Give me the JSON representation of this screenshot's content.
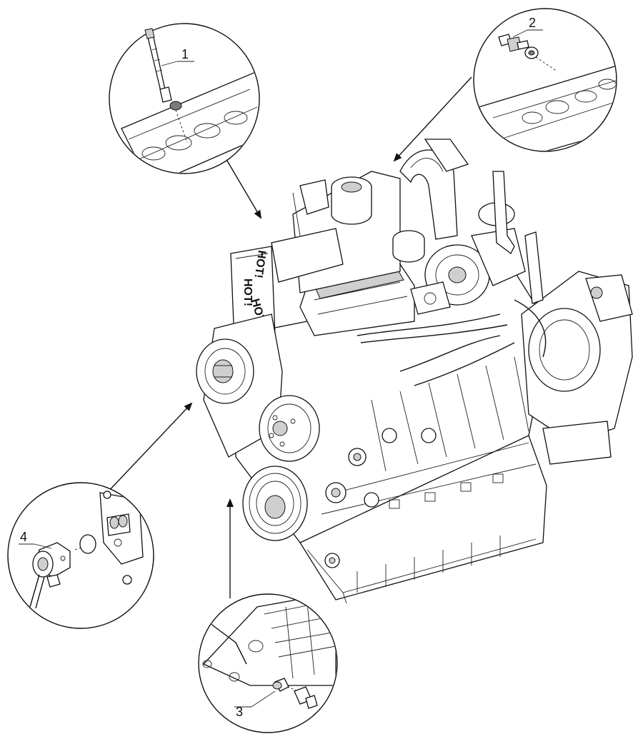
{
  "diagram": {
    "type": "exploded parts view",
    "callouts": [
      {
        "id": "1",
        "label": "1",
        "icon": "glow-plug-icon"
      },
      {
        "id": "2",
        "label": "2",
        "icon": "temperature-sensor-icon"
      },
      {
        "id": "3",
        "label": "3",
        "icon": "oil-pressure-switch-icon"
      },
      {
        "id": "4",
        "label": "4",
        "icon": "fuel-shutoff-solenoid-icon"
      }
    ],
    "engine_hot_labels": [
      "HOT!",
      "HOT!",
      "HOT!"
    ],
    "colors": {
      "line": "#111111",
      "background": "#ffffff",
      "shade": "#cfcfcf"
    }
  }
}
